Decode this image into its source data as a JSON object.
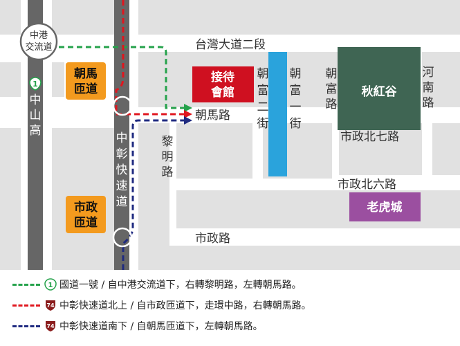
{
  "roads": {
    "taiwan_blvd": "台灣大道二段",
    "chaoma": "朝馬路",
    "shizheng_n7": "市政北七路",
    "shizheng_n6": "市政北六路",
    "shizheng": "市政路",
    "liming": "黎明路",
    "chaofu2_left": "朝富二街",
    "chaofu1": "朝富一街",
    "chaofu_road": "朝富路",
    "henan": "河南路",
    "zhongshan_hwy": "中山高",
    "zhongzhang_expy": "中彰快速道"
  },
  "badges": {
    "freeway_number": "1",
    "expressway_number": "74"
  },
  "interchanges": {
    "zhonggang": "中港交流道",
    "chaoma_ramp": "朝馬匝道",
    "shizheng_ramp": "市政匝道"
  },
  "landmarks": {
    "reception": "接待會館",
    "autumn_valley": "秋紅谷",
    "tiger_city": "老虎城"
  },
  "colors": {
    "block": "#e1e1e1",
    "route_green": "#25a24b",
    "route_red": "#e0161e",
    "route_blue": "#1f2a80",
    "ramp_box": "#f39a1e",
    "reception": "#cf1020",
    "autumn_valley": "#3f6553",
    "tiger_city": "#9b4fa0",
    "mrt_blue": "#2aa3dc",
    "highway": "#666666"
  },
  "legend": [
    {
      "route": "green",
      "badge": "freeway",
      "text": "國道一號 / 自中港交流道下，右轉黎明路，左轉朝馬路。"
    },
    {
      "route": "red",
      "badge": "expressway",
      "text": "中彰快速道北上 / 自市政匝道下，走環中路，右轉朝馬路。"
    },
    {
      "route": "blue",
      "badge": "expressway",
      "text": "中彰快速道南下 / 自朝馬匝道下，左轉朝馬路。"
    }
  ]
}
